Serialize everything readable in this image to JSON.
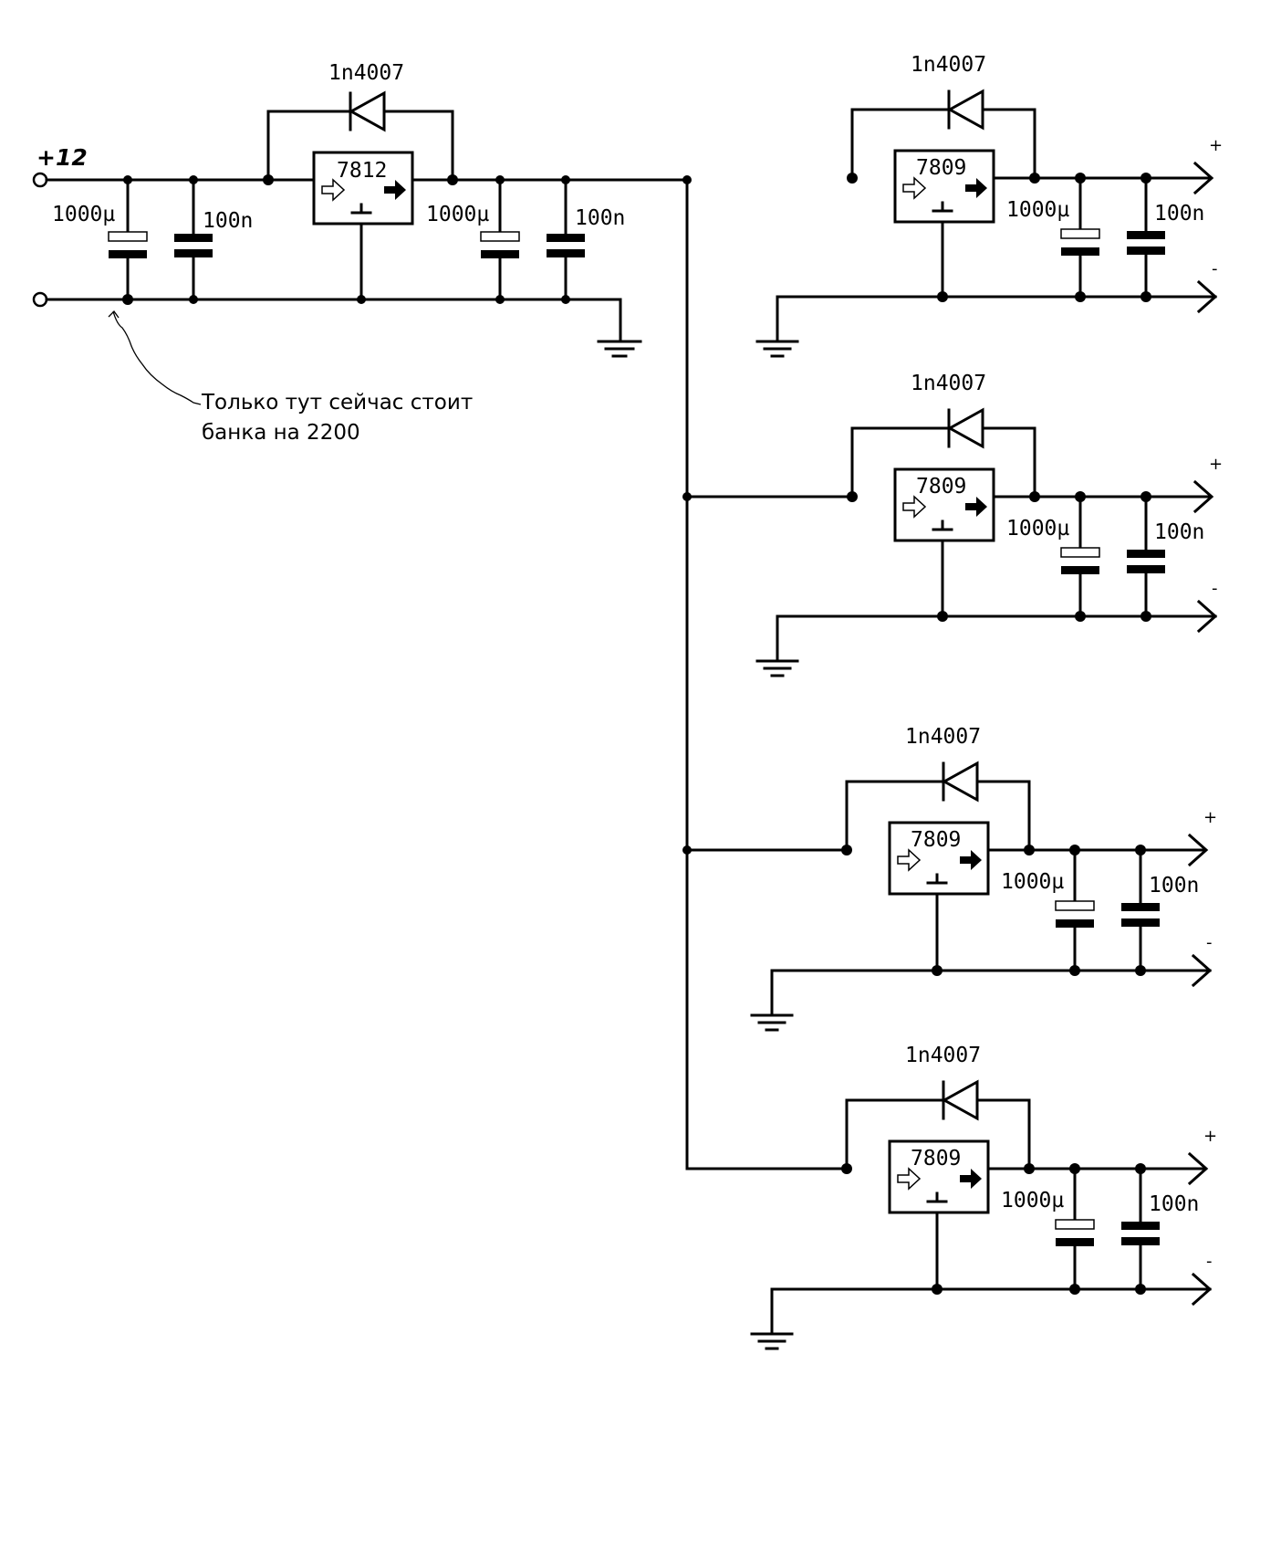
{
  "input": {
    "label": "+12"
  },
  "note": {
    "line1": "Только тут сейчас стоит",
    "line2": "банка на 2200"
  },
  "main_stage": {
    "regulator": "7812",
    "diode": "1n4007",
    "in_cap_electrolytic": "1000µ",
    "in_cap_ceramic": "100n",
    "out_cap_electrolytic": "1000µ",
    "out_cap_ceramic": "100n"
  },
  "branches": [
    {
      "regulator": "7809",
      "diode": "1n4007",
      "cap_electrolytic": "1000µ",
      "cap_ceramic": "100n",
      "plus": "+",
      "minus": "-"
    },
    {
      "regulator": "7809",
      "diode": "1n4007",
      "cap_electrolytic": "1000µ",
      "cap_ceramic": "100n",
      "plus": "+",
      "minus": "-"
    },
    {
      "regulator": "7809",
      "diode": "1n4007",
      "cap_electrolytic": "1000µ",
      "cap_ceramic": "100n",
      "plus": "+",
      "minus": "-"
    },
    {
      "regulator": "7809",
      "diode": "1n4007",
      "cap_electrolytic": "1000µ",
      "cap_ceramic": "100n",
      "plus": "+",
      "minus": "-"
    }
  ]
}
